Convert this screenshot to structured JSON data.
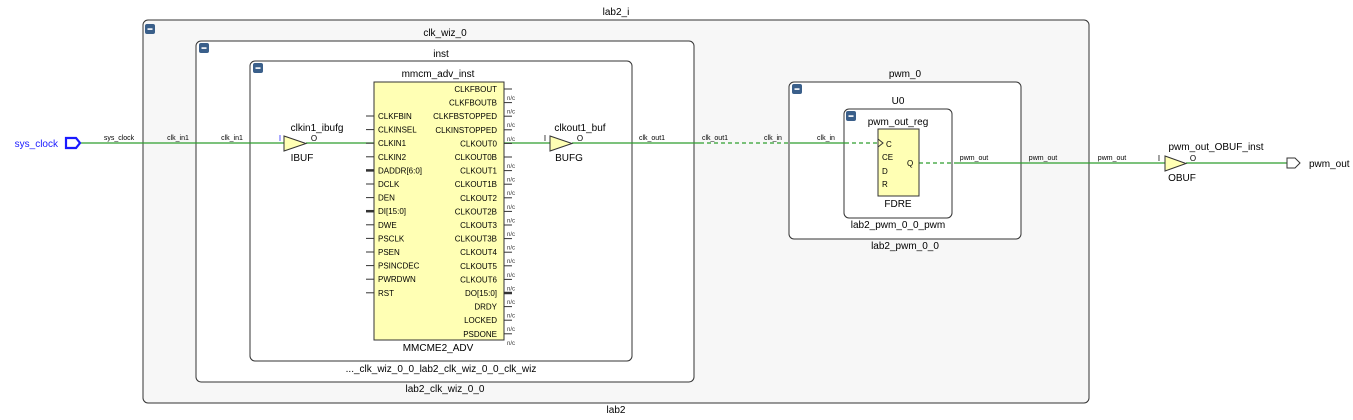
{
  "top": {
    "name": "lab2_i",
    "footer": "lab2"
  },
  "clk_wiz": {
    "name": "clk_wiz_0",
    "footer": "lab2_clk_wiz_0_0"
  },
  "inst": {
    "name": "inst",
    "footer": "..._clk_wiz_0_0_lab2_clk_wiz_0_0_clk_wiz"
  },
  "mmcm": {
    "name": "mmcm_adv_inst",
    "type": "MMCME2_ADV",
    "inputs": [
      "CLKFBIN",
      "CLKINSEL",
      "CLKIN1",
      "CLKIN2",
      "DADDR[6:0]",
      "DCLK",
      "DEN",
      "DI[15:0]",
      "DWE",
      "PSCLK",
      "PSEN",
      "PSINCDEC",
      "PWRDWN",
      "RST"
    ],
    "outputs": [
      "CLKFBOUT",
      "CLKFBOUTB",
      "CLKFBSTOPPED",
      "CLKINSTOPPED",
      "CLKOUT0",
      "CLKOUT0B",
      "CLKOUT1",
      "CLKOUT1B",
      "CLKOUT2",
      "CLKOUT2B",
      "CLKOUT3",
      "CLKOUT3B",
      "CLKOUT4",
      "CLKOUT5",
      "CLKOUT6",
      "DO[15:0]",
      "DRDY",
      "LOCKED",
      "PSDONE"
    ],
    "nc_label": "n/c"
  },
  "ibuf": {
    "name": "clkin1_ibufg",
    "type": "IBUF",
    "pin_in": "I",
    "pin_out": "O"
  },
  "bufg": {
    "name": "clkout1_buf",
    "type": "BUFG",
    "pin_in": "I",
    "pin_out": "O"
  },
  "pwm": {
    "name": "pwm_0",
    "footer": "lab2_pwm_0_0"
  },
  "u0": {
    "name": "U0",
    "footer": "lab2_pwm_0_0_pwm"
  },
  "fdre": {
    "name": "pwm_out_reg",
    "type": "FDRE",
    "pins": [
      "C",
      "CE",
      "D",
      "R"
    ],
    "out_pin": "Q"
  },
  "obuf": {
    "name": "pwm_out_OBUF_inst",
    "type": "OBUF",
    "pin_in": "I",
    "pin_out": "O"
  },
  "ports": {
    "input": "sys_clock",
    "output": "pwm_out"
  },
  "nets": {
    "sys_clock": "sys_clock",
    "clk_in1": "clk_in1",
    "clk_out1": "clk_out1",
    "clk_in": "clk_in",
    "pwm_out": "pwm_out"
  },
  "colors": {
    "wire": "#2e9e2e",
    "port": "#1a1aff",
    "cell_fill": "#ffffb4",
    "box_fill": "#f7f7f7",
    "collapse": "#3a5f8a"
  }
}
